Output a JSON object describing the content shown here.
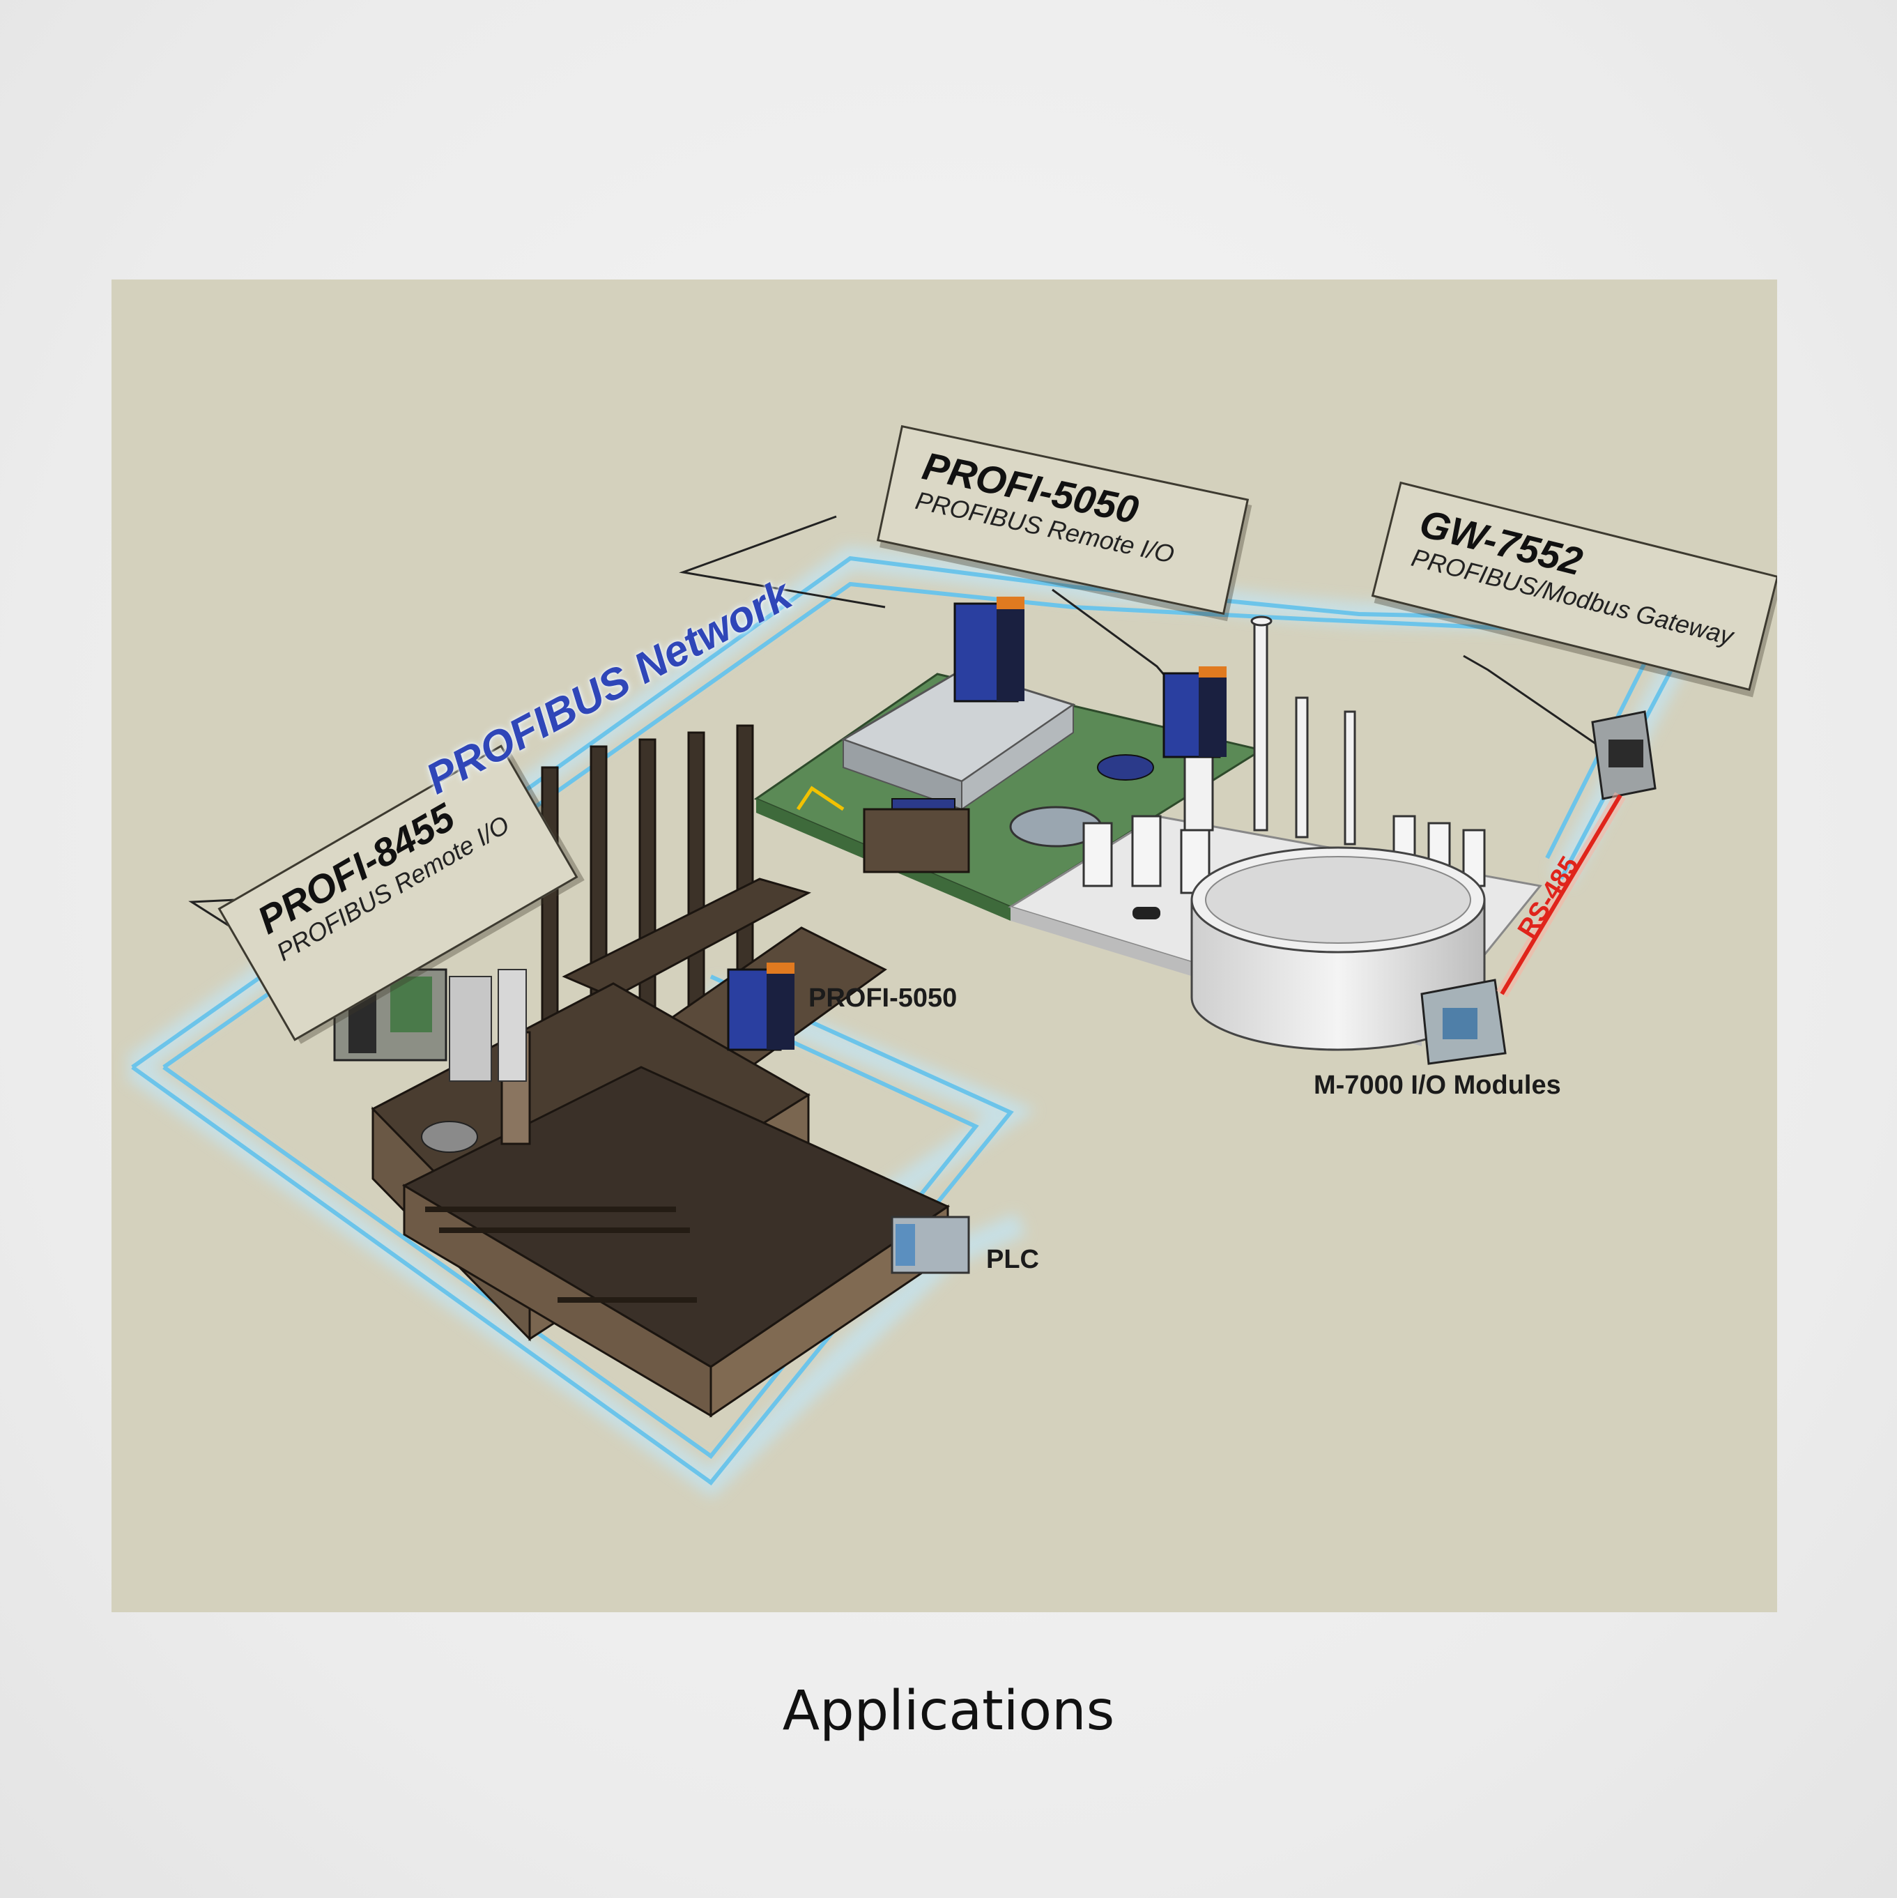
{
  "diagram": {
    "network_label": "PROFIBUS Network",
    "callouts": [
      {
        "id": "profi8455",
        "title": "PROFI-8455",
        "subtitle": "PROFIBUS Remote I/O"
      },
      {
        "id": "profi5050_top",
        "title": "PROFI-5050",
        "subtitle": "PROFIBUS Remote I/O"
      },
      {
        "id": "gw7552",
        "title": "GW-7552",
        "subtitle": "PROFIBUS/Modbus Gateway"
      }
    ],
    "labels": {
      "profi5050": "PROFI-5050",
      "plc": "PLC",
      "m7000": "M-7000 I/O Modules",
      "rs485": "RS-485"
    },
    "colors": {
      "scene_background": "#d4d1bd",
      "network_line": "#7fd0f0",
      "network_text": "#2f46b8",
      "rs485_line": "#e0241b",
      "factory_brick": "#5a4a3a",
      "device_blue": "#2a3fa0",
      "device_orange": "#e07a20"
    }
  },
  "caption": "Applications"
}
